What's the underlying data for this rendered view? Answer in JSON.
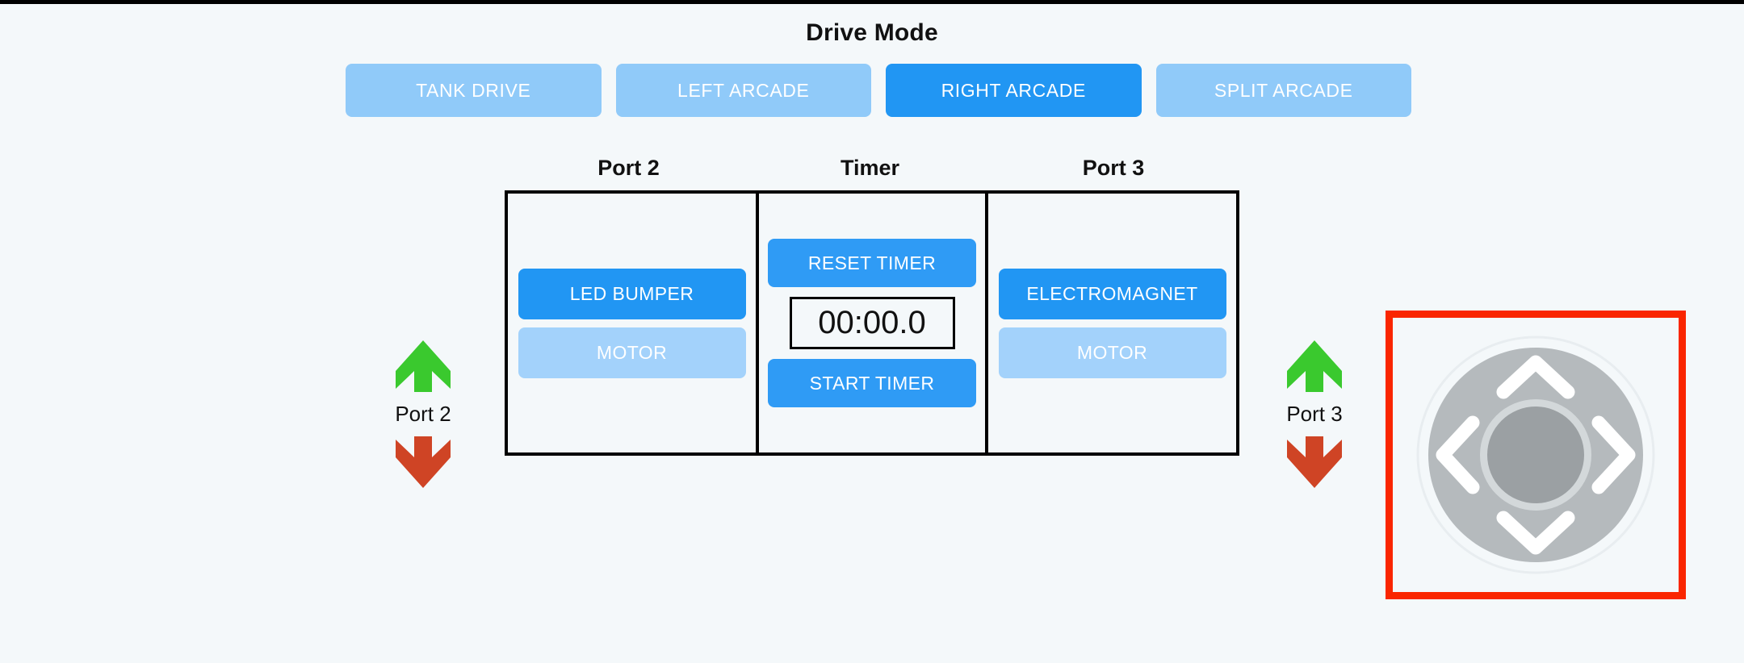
{
  "header": {
    "title": "Drive Mode"
  },
  "drive_modes": [
    {
      "label": "TANK DRIVE",
      "active": false,
      "name": "tank-drive"
    },
    {
      "label": "LEFT ARCADE",
      "active": false,
      "name": "left-arcade"
    },
    {
      "label": "RIGHT ARCADE",
      "active": true,
      "name": "right-arcade"
    },
    {
      "label": "SPLIT ARCADE",
      "active": false,
      "name": "split-arcade"
    }
  ],
  "columns": {
    "port2_caption": "Port 2",
    "timer_caption": "Timer",
    "port3_caption": "Port 3"
  },
  "port2": {
    "device_button": "LED BUMPER",
    "motor_button": "MOTOR",
    "arrow_label": "Port 2"
  },
  "port3": {
    "device_button": "ELECTROMAGNET",
    "motor_button": "MOTOR",
    "arrow_label": "Port 3"
  },
  "timer": {
    "reset_label": "RESET TIMER",
    "start_label": "START TIMER",
    "display": "00:00.0"
  },
  "icons": {
    "arrow_up": "arrow-up-icon",
    "arrow_down": "arrow-down-icon",
    "dpad": "dpad-icon"
  },
  "colors": {
    "background": "#f4f8fa",
    "accent_blue": "#2196f3",
    "inactive_blue": "#90caf9",
    "secondary_blue": "#a3d2fb",
    "arrow_up_green": "#3ac92e",
    "arrow_down_red": "#cf4425",
    "dpad_frame_red": "#fa2600",
    "dpad_disc": "#b5babd",
    "dpad_center": "#9ba0a3",
    "border_black": "#000000"
  }
}
